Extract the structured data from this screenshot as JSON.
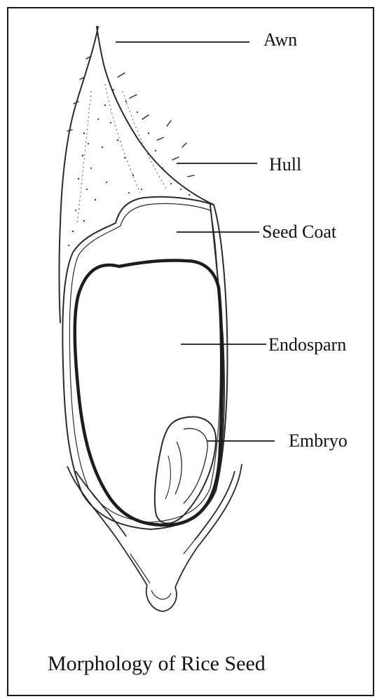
{
  "diagram": {
    "labels": {
      "awn": "Awn",
      "hull": "Hull",
      "seed_coat": "Seed Coat",
      "endosperm": "Endosparn",
      "embryo": "Embryo"
    },
    "caption": "Morphology of Rice Seed"
  }
}
